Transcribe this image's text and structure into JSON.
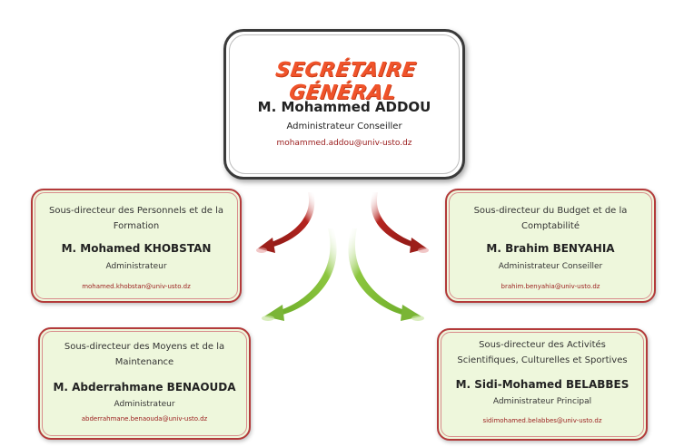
{
  "colors": {
    "title": "#f0532a",
    "email": "#9a1c1c",
    "card_border": "#b33a3a",
    "card_bg": "#eef7dc",
    "arrow_red": "#b5241f",
    "arrow_green": "#8cc63f"
  },
  "main": {
    "title": "SECRÉTAIRE GÉNÉRAL",
    "name": "M. Mohammed ADDOU",
    "role": "Administrateur Conseiller",
    "email": "mohammed.addou@univ-usto.dz"
  },
  "subdirectors": {
    "personnel": {
      "title": "Sous-directeur des Personnels et de la Formation",
      "name": "M. Mohamed KHOBSTAN",
      "role": "Administrateur",
      "email": "mohamed.khobstan@univ-usto.dz"
    },
    "budget": {
      "title": "Sous-directeur du Budget et de la Comptabilité",
      "name": "M. Brahim BENYAHIA",
      "role": "Administrateur Conseiller",
      "email": "brahim.benyahia@univ-usto.dz"
    },
    "moyens": {
      "title": "Sous-directeur des Moyens et de la Maintenance",
      "name": "M. Abderrahmane BENAOUDA",
      "role": "Administrateur",
      "email": "abderrahmane.benaouda@univ-usto.dz"
    },
    "activites": {
      "title": "Sous-directeur des Activités Scientifiques, Culturelles et Sportives",
      "name": "M. Sidi-Mohamed BELABBES",
      "role": "Administrateur Principal",
      "email": "sidimohamed.belabbes@univ-usto.dz"
    }
  }
}
